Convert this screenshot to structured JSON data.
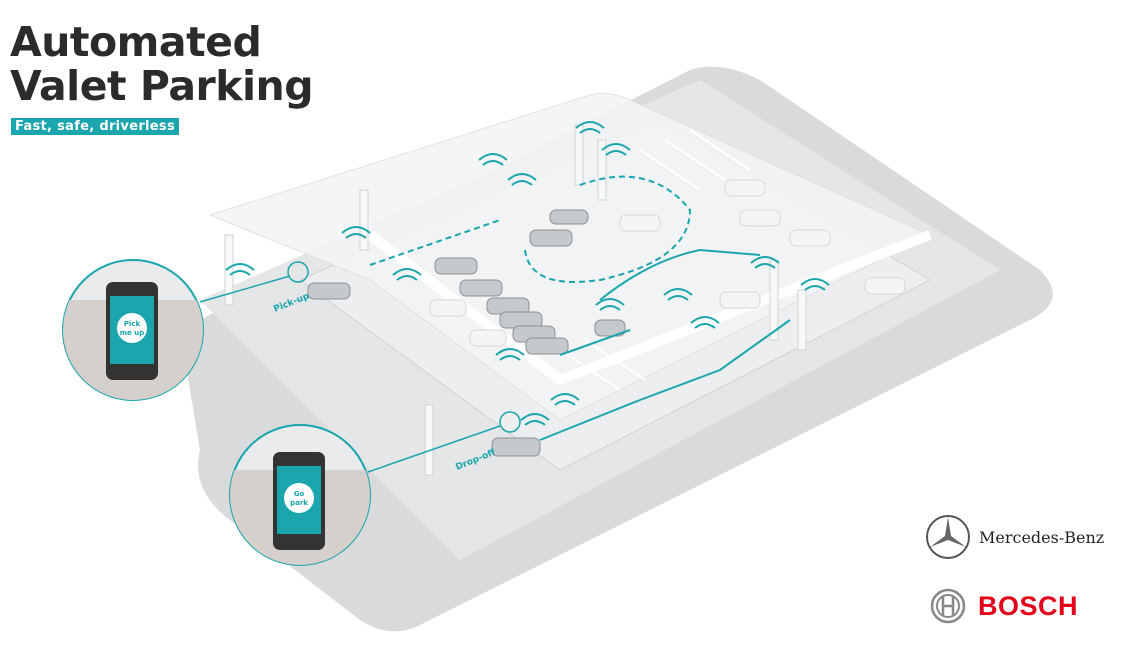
{
  "header": {
    "title_line1": "Automated",
    "title_line2": "Valet Parking",
    "subtitle": "Fast, safe, driverless"
  },
  "scene": {
    "pickup_label": "Pick-up",
    "dropoff_label": "Drop-off",
    "phone_pickup_text_1": "Pick",
    "phone_pickup_text_2": "me up",
    "phone_park_text_1": "Go",
    "phone_park_text_2": "park"
  },
  "logos": {
    "mercedes": "Mercedes-Benz",
    "bosch": "BOSCH"
  },
  "colors": {
    "accent": "#1ba5ad",
    "title": "#2b2b2b",
    "bosch_red": "#e2001a"
  }
}
